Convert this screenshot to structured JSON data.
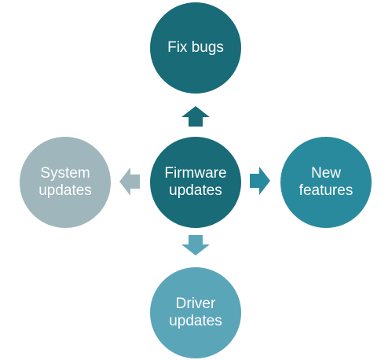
{
  "diagram": {
    "center": {
      "lines": [
        "Firmware",
        "updates"
      ],
      "color": "#186b77"
    },
    "top": {
      "lines": [
        "Fix bugs"
      ],
      "color": "#186b77"
    },
    "right": {
      "lines": [
        "New",
        "features"
      ],
      "color": "#2a8a9d"
    },
    "bottom": {
      "lines": [
        "Driver",
        "updates"
      ],
      "color": "#5ba5b8"
    },
    "left": {
      "lines": [
        "System",
        "updates"
      ],
      "color": "#9fb6bd"
    }
  },
  "arrows": {
    "up": {
      "icon": "arrow-up-icon",
      "color": "#186b77"
    },
    "right": {
      "icon": "arrow-right-icon",
      "color": "#2a8a9d"
    },
    "down": {
      "icon": "arrow-down-icon",
      "color": "#5ba5b8"
    },
    "left": {
      "icon": "arrow-left-icon",
      "color": "#9fb6bd"
    }
  }
}
